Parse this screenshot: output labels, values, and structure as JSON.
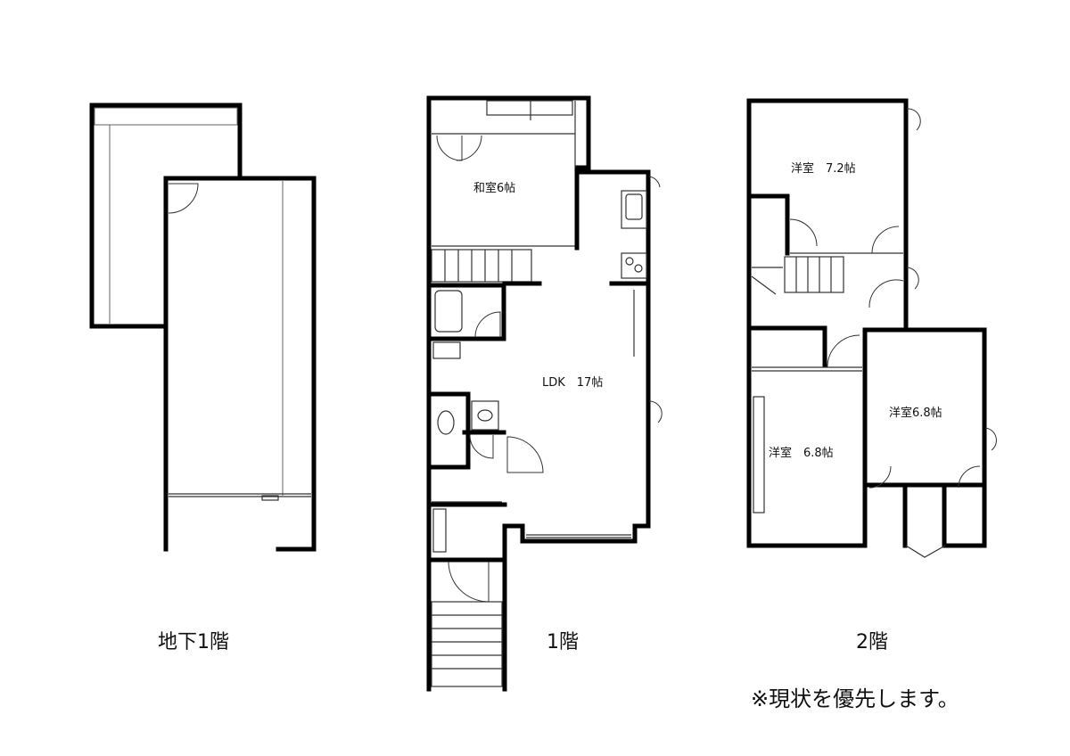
{
  "floors": [
    {
      "id": "basement",
      "label": "地下1階"
    },
    {
      "id": "floor1",
      "label": "1階"
    },
    {
      "id": "floor2",
      "label": "2階"
    }
  ],
  "rooms": {
    "floor1": {
      "washitsu": "和室6帖",
      "ldk": "LDK　17帖"
    },
    "floor2": {
      "youshitsu_top": "洋室　7.2帖",
      "youshitsu_right": "洋室6.8帖",
      "youshitsu_left": "洋室　6.8帖"
    }
  },
  "note": "※現状を優先します。",
  "colors": {
    "wall": "#000000",
    "line": "#333333",
    "background": "#ffffff"
  }
}
